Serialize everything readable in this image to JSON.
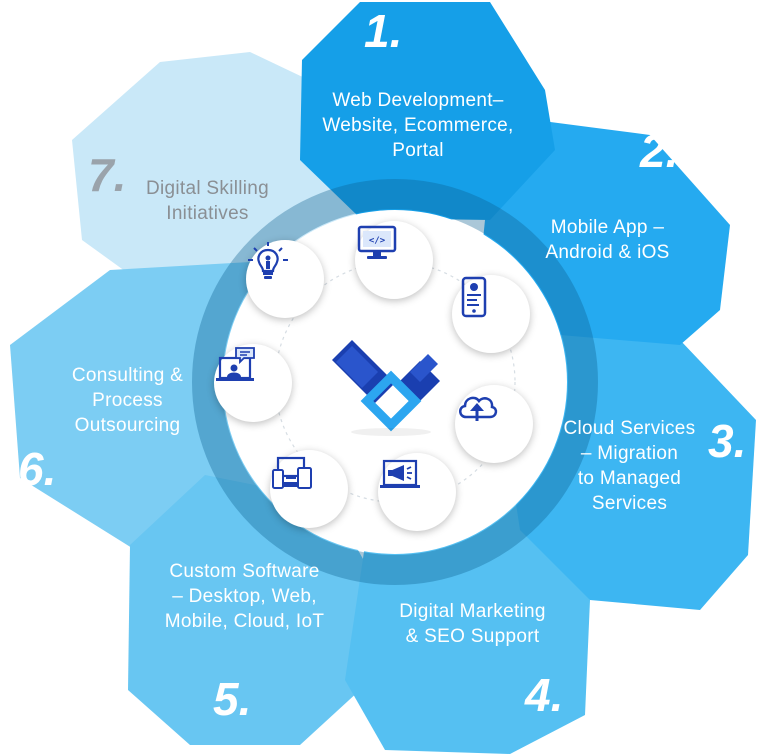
{
  "segments": [
    {
      "number": "1.",
      "label": "Web Development–\nWebsite, Ecommerce,\nPortal",
      "color": "#159fe8"
    },
    {
      "number": "2.",
      "label": "Mobile App –\nAndroid & iOS",
      "color": "#25aaf0"
    },
    {
      "number": "3.",
      "label": "Cloud Services\n– Migration\nto Managed\nServices",
      "color": "#3db6f2"
    },
    {
      "number": "4.",
      "label": "Digital Marketing\n& SEO Support",
      "color": "#55c0f2"
    },
    {
      "number": "5.",
      "label": "Custom Software\n– Desktop, Web,\nMobile, Cloud, IoT",
      "color": "#68c6f2"
    },
    {
      "number": "6.",
      "label": "Consulting  &\nProcess\nOutsourcing",
      "color": "#7ccdf3"
    },
    {
      "number": "7.",
      "label": "Digital Skilling\nInitiatives",
      "color": "#c9e8f8"
    }
  ],
  "icons": [
    "code-monitor-icon",
    "mobile-app-icon",
    "cloud-upload-icon",
    "marketing-megaphone-icon",
    "multi-device-icon",
    "consulting-chat-icon",
    "lightbulb-idea-icon"
  ],
  "colors": {
    "logo_dark": "#1a3fb0",
    "logo_light": "#2ca6f0",
    "icon_blue": "#1e3fb0"
  }
}
